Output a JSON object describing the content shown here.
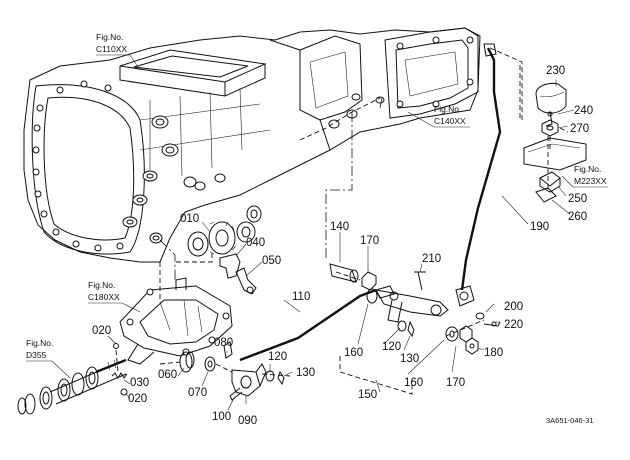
{
  "figure_refs": [
    {
      "id": "c110",
      "label": "Fig.No.",
      "code": "C110XX"
    },
    {
      "id": "c140",
      "label": "Fig.No.",
      "code": "C140XX"
    },
    {
      "id": "m223",
      "label": "Fig.No.",
      "code": "M223XX"
    },
    {
      "id": "c180",
      "label": "Fig.No.",
      "code": "C180XX"
    },
    {
      "id": "d355",
      "label": "Fig.No.",
      "code": "D355"
    }
  ],
  "parts": [
    "010",
    "020",
    "020",
    "030",
    "040",
    "050",
    "060",
    "070",
    "080",
    "090",
    "100",
    "110",
    "120",
    "120",
    "130",
    "130",
    "140",
    "150",
    "160",
    "160",
    "170",
    "170",
    "180",
    "190",
    "200",
    "210",
    "220",
    "230",
    "240",
    "250",
    "260",
    "270"
  ],
  "drawing_code": "3A651-046-31"
}
